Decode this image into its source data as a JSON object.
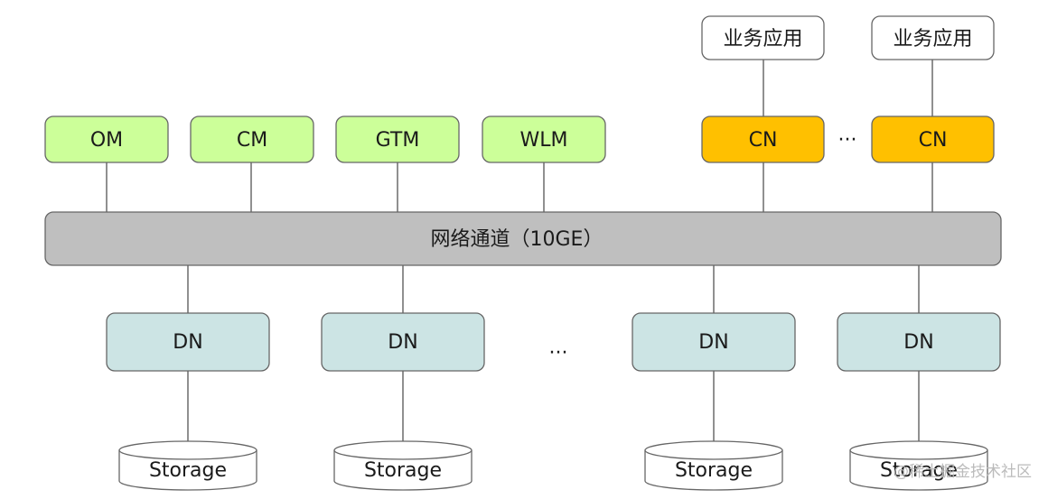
{
  "colors": {
    "management_fill": "#ccff99",
    "cn_fill": "#ffc000",
    "app_fill": "#ffffff",
    "bus_fill": "#bfbfbf",
    "dn_fill": "#cce4e4",
    "storage_fill": "#ffffff",
    "stroke": "#666666"
  },
  "business_apps": [
    {
      "label": "业务应用"
    },
    {
      "label": "业务应用"
    }
  ],
  "management_nodes": [
    {
      "label": "OM"
    },
    {
      "label": "CM"
    },
    {
      "label": "GTM"
    },
    {
      "label": "WLM"
    }
  ],
  "cn_nodes": [
    {
      "label": "CN"
    },
    {
      "label": "CN"
    }
  ],
  "cn_ellipsis": "···",
  "network": {
    "label": "网络通道（10GE）"
  },
  "dn_nodes": [
    {
      "label": "DN"
    },
    {
      "label": "DN"
    },
    {
      "label": "DN"
    },
    {
      "label": "DN"
    }
  ],
  "dn_ellipsis": "···",
  "storage_nodes": [
    {
      "label": "Storage"
    },
    {
      "label": "Storage"
    },
    {
      "label": "Storage"
    },
    {
      "label": "Storage"
    }
  ],
  "watermark": "@稀土掘金技术社区"
}
